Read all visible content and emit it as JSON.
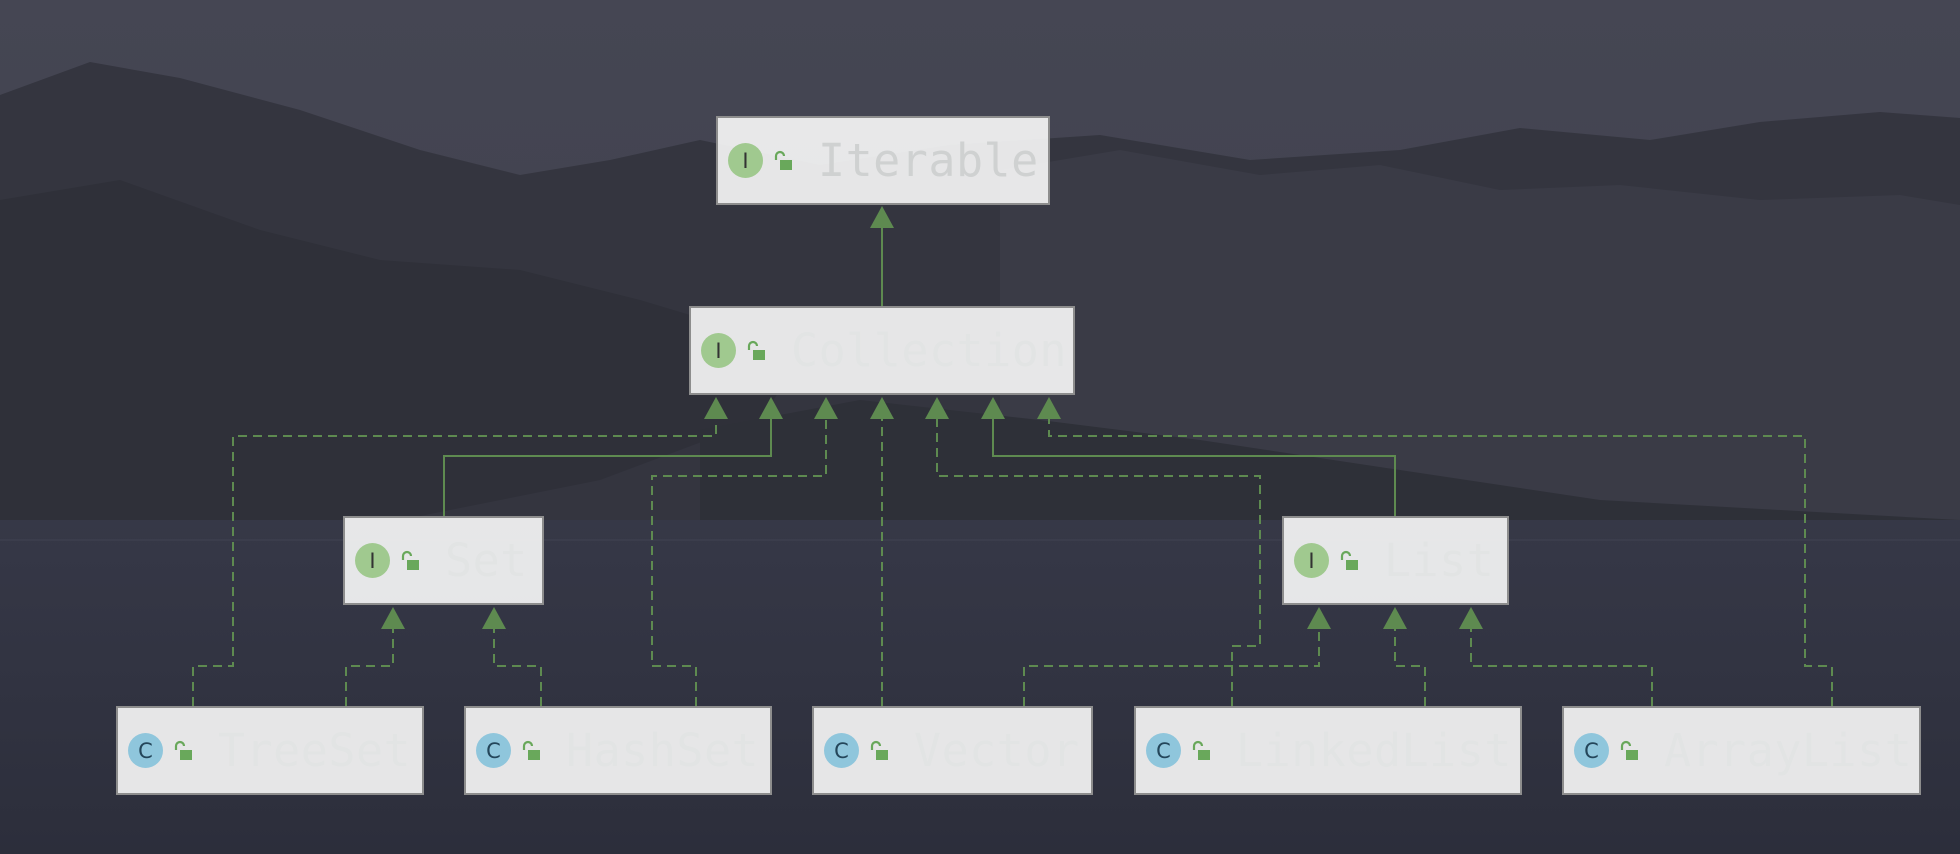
{
  "diagram": {
    "nodes": [
      {
        "id": "iterable",
        "kind": "interface",
        "badge": "I",
        "label": "Iterable"
      },
      {
        "id": "collection",
        "kind": "interface",
        "badge": "I",
        "label": "Collection"
      },
      {
        "id": "set",
        "kind": "interface",
        "badge": "I",
        "label": "Set"
      },
      {
        "id": "list",
        "kind": "interface",
        "badge": "I",
        "label": "List"
      },
      {
        "id": "treeset",
        "kind": "class",
        "badge": "C",
        "label": "TreeSet"
      },
      {
        "id": "hashset",
        "kind": "class",
        "badge": "C",
        "label": "HashSet"
      },
      {
        "id": "vector",
        "kind": "class",
        "badge": "C",
        "label": "Vector"
      },
      {
        "id": "linkedlist",
        "kind": "class",
        "badge": "C",
        "label": "LinkedList"
      },
      {
        "id": "arraylist",
        "kind": "class",
        "badge": "C",
        "label": "ArrayList"
      }
    ],
    "edges": [
      {
        "from": "collection",
        "to": "iterable",
        "type": "extends"
      },
      {
        "from": "set",
        "to": "collection",
        "type": "extends"
      },
      {
        "from": "list",
        "to": "collection",
        "type": "extends"
      },
      {
        "from": "treeset",
        "to": "collection",
        "type": "implements"
      },
      {
        "from": "treeset",
        "to": "set",
        "type": "implements"
      },
      {
        "from": "hashset",
        "to": "set",
        "type": "implements"
      },
      {
        "from": "hashset",
        "to": "collection",
        "type": "implements"
      },
      {
        "from": "vector",
        "to": "collection",
        "type": "implements"
      },
      {
        "from": "vector",
        "to": "list",
        "type": "implements"
      },
      {
        "from": "linkedlist",
        "to": "collection",
        "type": "implements"
      },
      {
        "from": "linkedlist",
        "to": "list",
        "type": "implements"
      },
      {
        "from": "arraylist",
        "to": "list",
        "type": "implements"
      },
      {
        "from": "arraylist",
        "to": "collection",
        "type": "implements"
      }
    ]
  },
  "colors": {
    "edge": "#5e8a50",
    "interface_badge": "#a0c98f",
    "class_badge": "#8fc6dc",
    "node_fill": "#f4f4f4"
  },
  "icons": {
    "visibility": "open-lock-icon"
  }
}
